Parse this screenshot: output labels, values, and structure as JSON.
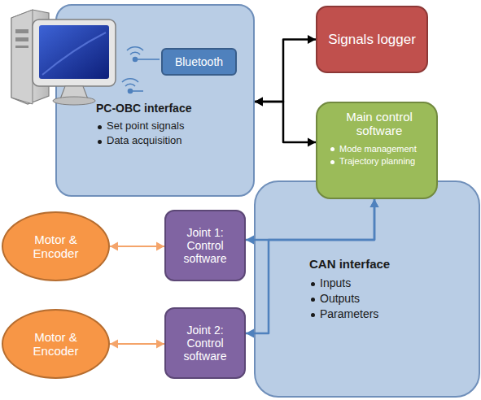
{
  "diagram": {
    "nodes": [
      {
        "text": [
          "PC-OBC interface",
          "Set point signals",
          "Data acquisition"
        ]
      },
      {
        "text": [
          "Bluetooth"
        ],
        "in": 0
      },
      {
        "text": [
          "Signals logger"
        ]
      },
      {
        "text": [
          "Main control software",
          "Mode management",
          "Trajectory planning"
        ]
      },
      {
        "text": [
          "CAN interface",
          "Inputs",
          "Outputs",
          "Parameters"
        ]
      },
      {
        "text": [
          "Motor & Encoder"
        ]
      },
      {
        "text": [
          "Joint 1: Control software"
        ]
      },
      {
        "text": [
          "Motor & Encoder"
        ]
      },
      {
        "text": [
          "Joint 2: Control software"
        ]
      }
    ],
    "edges": [
      {
        "from": 0,
        "to": 2,
        "arrow": "both"
      },
      {
        "from": 0,
        "to": 3,
        "arrow": "both"
      },
      {
        "from": 5,
        "to": 6,
        "arrow": "both"
      },
      {
        "from": 7,
        "to": 8,
        "arrow": "both"
      },
      {
        "from": 6,
        "to": 3,
        "arrow": "both"
      },
      {
        "from": 8,
        "to": 3,
        "arrow": "both"
      }
    ]
  }
}
